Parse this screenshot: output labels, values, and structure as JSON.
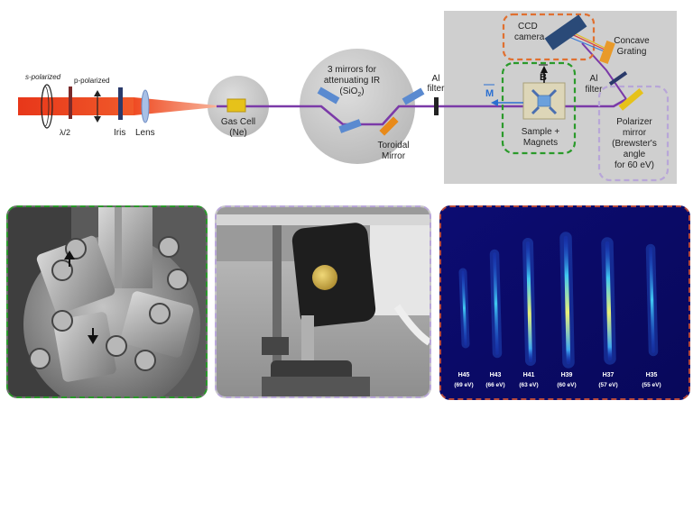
{
  "setup": {
    "s_polarized": "s-polarized",
    "p_polarized": "p-polarized",
    "half_wave": "λ/2",
    "iris": "Iris",
    "lens": "Lens",
    "gas_cell_line1": "Gas Cell",
    "gas_cell_line2": "(Ne)",
    "mirrors_line1": "3 mirrors for",
    "mirrors_line2": "attenuating IR",
    "mirrors_line3_prefix": "(SiO",
    "mirrors_line3_sub": "2",
    "mirrors_line3_suffix": ")",
    "toroidal_line1": "Toroidal",
    "toroidal_line2": "Mirror",
    "al_filter1_line1": "Al",
    "al_filter1_line2": "filter",
    "al_filter2_line1": "Al",
    "al_filter2_line2": "filter",
    "ccd_line1": "CCD",
    "ccd_line2": "camera",
    "grating_line1": "Concave",
    "grating_line2": "Grating",
    "magnetization": "M",
    "field": "B",
    "sample_line1": "Sample +",
    "sample_line2": "Magnets",
    "polarizer_line1": "Polarizer",
    "polarizer_line2": "mirror",
    "polarizer_line3": "(Brewster's",
    "polarizer_line4": "angle",
    "polarizer_line5": "for 60 eV)"
  },
  "spectrum": {
    "harmonics": [
      {
        "label": "H45",
        "energy": "(69 eV)"
      },
      {
        "label": "H43",
        "energy": "(66 eV)"
      },
      {
        "label": "H41",
        "energy": "(63 eV)"
      },
      {
        "label": "H39",
        "energy": "(60 eV)"
      },
      {
        "label": "H37",
        "energy": "(57 eV)"
      },
      {
        "label": "H35",
        "energy": "(55 eV)"
      }
    ]
  },
  "colors": {
    "laser": "#e8371a",
    "beam": "#7b3aa8",
    "sample_box": "#2a9a2a",
    "ccd_box": "#e07030",
    "polarizer_box": "#b8a6d8",
    "chamber": "#cfcfcf"
  }
}
